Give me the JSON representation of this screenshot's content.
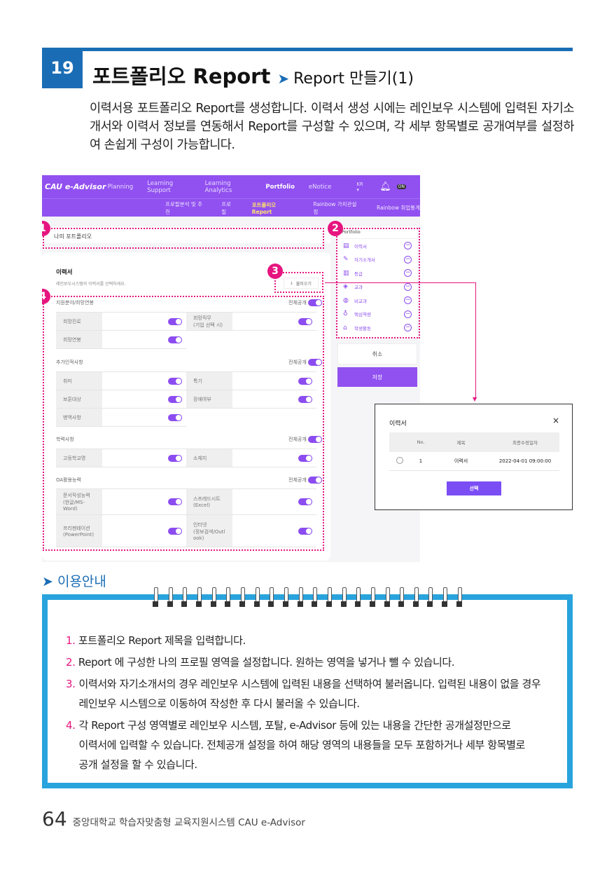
{
  "header": {
    "number": "19",
    "title": "포트폴리오 Report",
    "subtitle": "Report 만들기(1)"
  },
  "intro": "이력서용 포트폴리오 Report를 생성합니다. 이력서 생성 시에는 레인보우 시스템에 입력된 자기소개서와 이력서 정보를 연동해서 Report를 구성할 수 있으며, 각 세부 항목별로 공개여부를 설정하여 손쉽게 구성이 가능합니다.",
  "app": {
    "logo": "CAU e-Advisor",
    "nav": [
      "Planning",
      "Learning Support",
      "Learning Analytics",
      "Portfolio",
      "eNotice"
    ],
    "lang": "KR ▾",
    "on_badge": "ON",
    "subnav": [
      "프로필분석 및 추천",
      "프로필",
      "포트폴리오 Report",
      "Rainbow 가치관설정",
      "Rainbow 취업통계"
    ],
    "portfolio_title": "나의 포트폴리오",
    "resume_title": "이력서",
    "resume_desc": "레인보우시스템의 이력서를 선택하세요.",
    "load_button": "불러오기",
    "public_all": "전체공개",
    "sections": [
      {
        "title": "지원분야/희망연봉",
        "fields": [
          "희망진로",
          "희망직무\n(기업 선택 시)",
          "희망연봉"
        ]
      },
      {
        "title": "추가인적사항",
        "fields": [
          "취미",
          "특기",
          "보훈대상",
          "장애여부",
          "병역사항"
        ]
      },
      {
        "title": "학력사항",
        "fields": [
          "고등학교명",
          "소재지"
        ]
      },
      {
        "title": "OA활용능력",
        "fields": [
          "문서작성능력\n(한글/MS-Word)",
          "스프레드시트\n(Excel)",
          "프리젠테이션\n(PowerPoint)",
          "인터넷\n(정보검색/Outlook)"
        ]
      }
    ],
    "portfolio_panel": {
      "title": "Portfolio",
      "items": [
        {
          "label": "이력서",
          "icon": "document-icon"
        },
        {
          "label": "자기소개서",
          "icon": "edit-icon"
        },
        {
          "label": "등급",
          "icon": "book-icon"
        },
        {
          "label": "교과",
          "icon": "tag-icon"
        },
        {
          "label": "비교과",
          "icon": "globe-icon"
        },
        {
          "label": "핵심역량",
          "icon": "bulb-icon"
        },
        {
          "label": "학생활동",
          "icon": "home-icon"
        }
      ]
    },
    "cancel": "취소",
    "save": "저장",
    "badges": [
      "1",
      "2",
      "3",
      "4"
    ]
  },
  "modal": {
    "title": "이력서",
    "close": "×",
    "columns": [
      "",
      "No.",
      "제목",
      "최종수정일자"
    ],
    "rows": [
      {
        "no": "1",
        "title": "이력서",
        "date": "2022-04-01 09:00:00"
      }
    ],
    "select": "선택"
  },
  "guide": {
    "heading": "이용안내",
    "items": [
      {
        "n": "1.",
        "text": "포트폴리오 Report 제목을 입력합니다."
      },
      {
        "n": "2.",
        "text": "Report 에 구성한 나의 프로필 영역을 설정합니다. 원하는 영역을 넣거나 뺄 수 있습니다."
      },
      {
        "n": "3.",
        "text": "이력서와 자기소개서의 경우 레인보우 시스템에 입력된 내용을 선택하여 불러옵니다. 입력된 내용이 없을 경우\n레인보우 시스템으로 이동하여 작성한 후 다시 불러올 수 있습니다."
      },
      {
        "n": "4.",
        "text": "각 Report 구성 영역별로 레인보우 시스템, 포탈, e-Advisor 등에 있는 내용을 간단한 공개설정만으로\n이력서에 입력할 수 있습니다. 전체공개 설정을 하여 해당 영역의 내용들을 모두 포함하거나 세부 항목별로\n공개 설정을 할 수 있습니다."
      }
    ]
  },
  "footer": {
    "page": "64",
    "text": "중앙대학교 학습자맞춤형 교육지원시스템 CAU e-Advisor"
  }
}
